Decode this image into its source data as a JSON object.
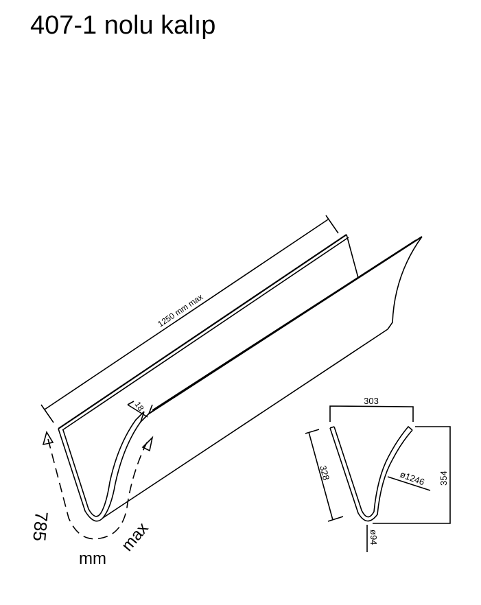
{
  "title": "407-1 nolu kalıp",
  "isometric_view": {
    "length_label": "1250 mm max",
    "thickness_label": "18",
    "developed_length": {
      "value": "785",
      "unit": "mm",
      "suffix": "max"
    }
  },
  "section_view": {
    "width_label": "303",
    "side_length_label": "328",
    "height_label": "354",
    "radius_label": "ø1246",
    "bottom_label": "ø94"
  }
}
